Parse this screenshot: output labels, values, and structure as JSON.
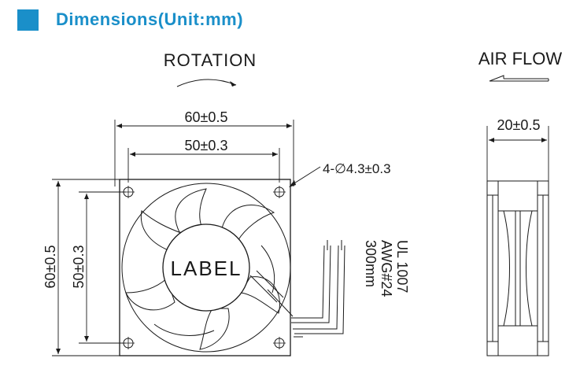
{
  "header": {
    "title": "Dimensions(Unit:mm)",
    "accent_color": "#1a8fc9"
  },
  "front_view": {
    "rotation_label": "ROTATION",
    "outer_width": "60±0.5",
    "hole_spacing_width": "50±0.3",
    "outer_height": "60±0.5",
    "hole_spacing_height": "50±0.3",
    "mounting_holes": "4-∅4.3±0.3",
    "center_label": "LABEL",
    "wire_spec": [
      "UL 1007",
      "AWG#24",
      "300mm"
    ]
  },
  "side_view": {
    "airflow_label": "AIR FLOW",
    "depth": "20±0.5"
  }
}
